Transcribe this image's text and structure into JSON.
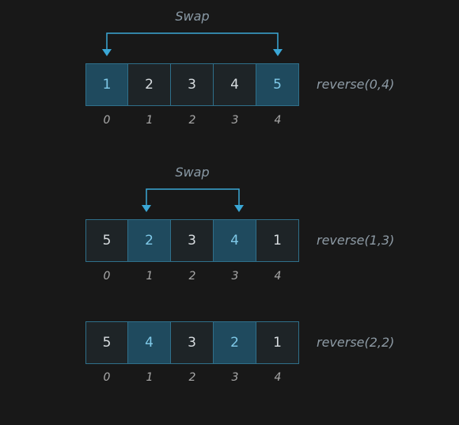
{
  "steps": [
    {
      "swap_label": "Swap",
      "values": [
        "1",
        "2",
        "3",
        "4",
        "5"
      ],
      "highlighted": [
        0,
        4
      ],
      "indices": [
        "0",
        "1",
        "2",
        "3",
        "4"
      ],
      "call": "reverse(0,4)"
    },
    {
      "swap_label": "Swap",
      "values": [
        "5",
        "2",
        "3",
        "4",
        "1"
      ],
      "highlighted": [
        1,
        3
      ],
      "indices": [
        "0",
        "1",
        "2",
        "3",
        "4"
      ],
      "call": "reverse(1,3)"
    },
    {
      "values": [
        "5",
        "4",
        "3",
        "2",
        "1"
      ],
      "highlighted": [
        1,
        3
      ],
      "indices": [
        "0",
        "1",
        "2",
        "3",
        "4"
      ],
      "call": "reverse(2,2)"
    }
  ],
  "colors": {
    "background": "#181818",
    "cell_border": "#2f6f8a",
    "cell_fill": "#1e2427",
    "cell_highlight": "#1f4a5e",
    "arrow": "#3aa7d6"
  }
}
